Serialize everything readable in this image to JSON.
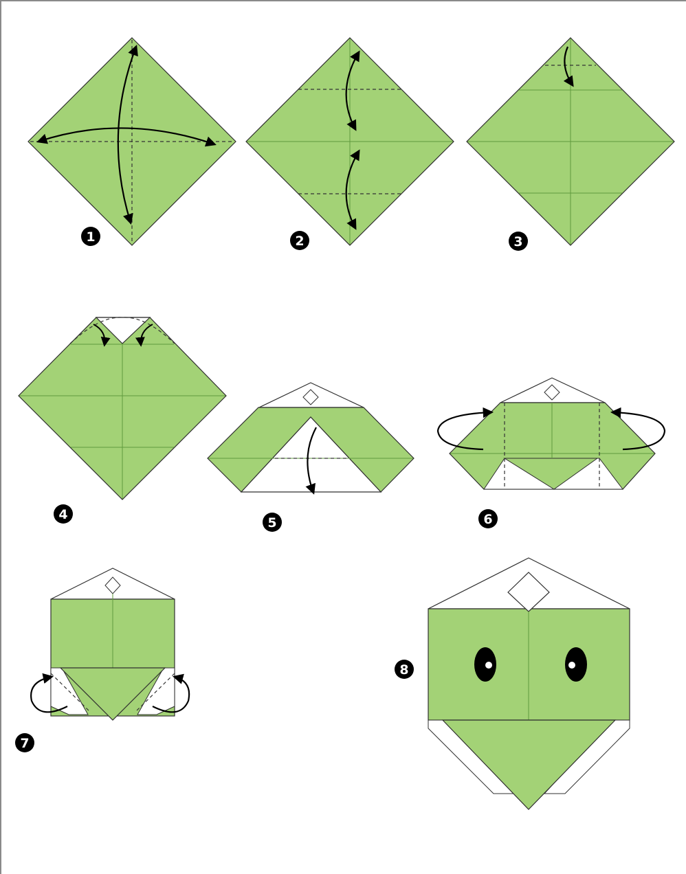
{
  "colors": {
    "paper_green": "#a3d276",
    "paper_white": "#ffffff",
    "crease_line": "#5f9a3d",
    "outline": "#2f2f2f",
    "marker_fill": "#000000",
    "frame_border": "#8a8a8a"
  },
  "steps": [
    {
      "number": "1"
    },
    {
      "number": "2"
    },
    {
      "number": "3"
    },
    {
      "number": "4"
    },
    {
      "number": "5"
    },
    {
      "number": "6"
    },
    {
      "number": "7"
    },
    {
      "number": "8"
    }
  ]
}
